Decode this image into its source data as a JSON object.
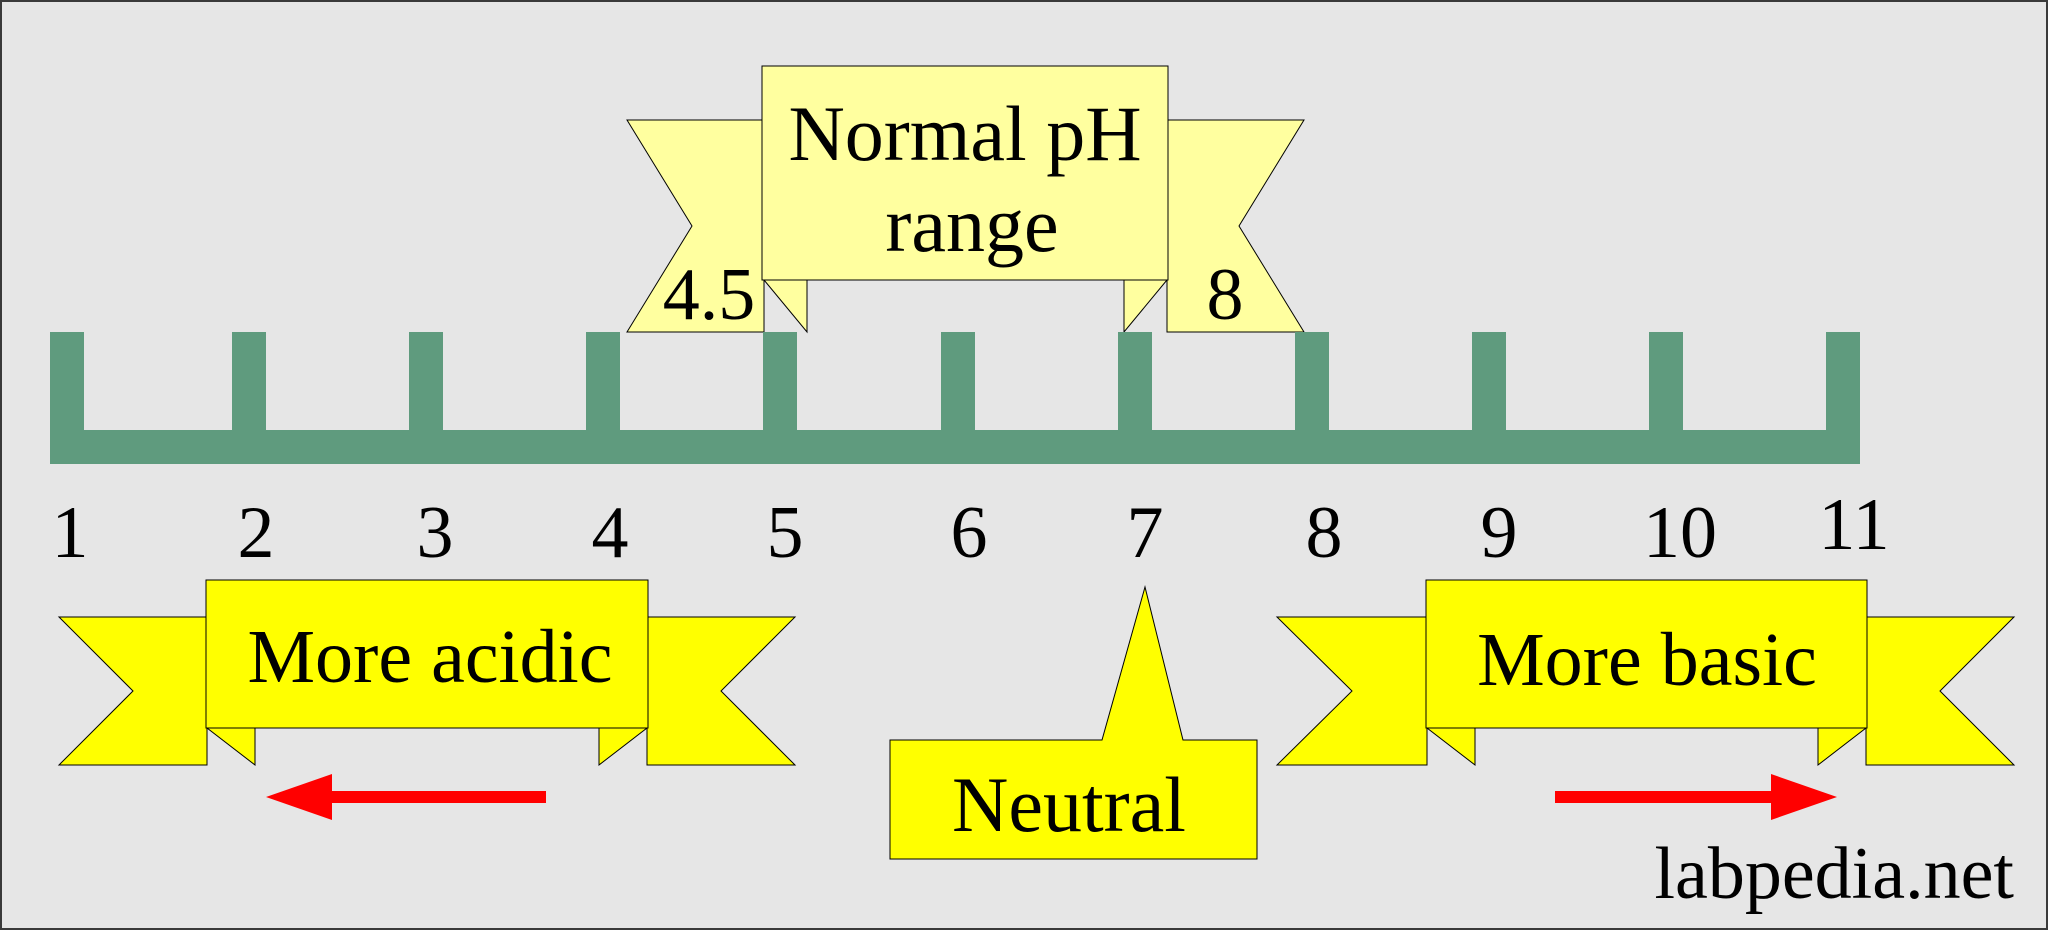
{
  "normal_range": {
    "title_line1": "Normal pH",
    "title_line2": "range",
    "low": "4.5",
    "high": "8"
  },
  "scale": {
    "ticks": [
      "1",
      "2",
      "3",
      "4",
      "5",
      "6",
      "7",
      "8",
      "9",
      "10",
      "11"
    ]
  },
  "labels": {
    "acidic": "More acidic",
    "basic": "More basic",
    "neutral": "Neutral"
  },
  "watermark": "labpedia.net",
  "colors": {
    "background": "#e6e6e6",
    "scale": "#5f9b7e",
    "banner_light": "#ffff9f",
    "banner_bright": "#ffff00",
    "arrow": "#ff0000",
    "text": "#000000"
  }
}
